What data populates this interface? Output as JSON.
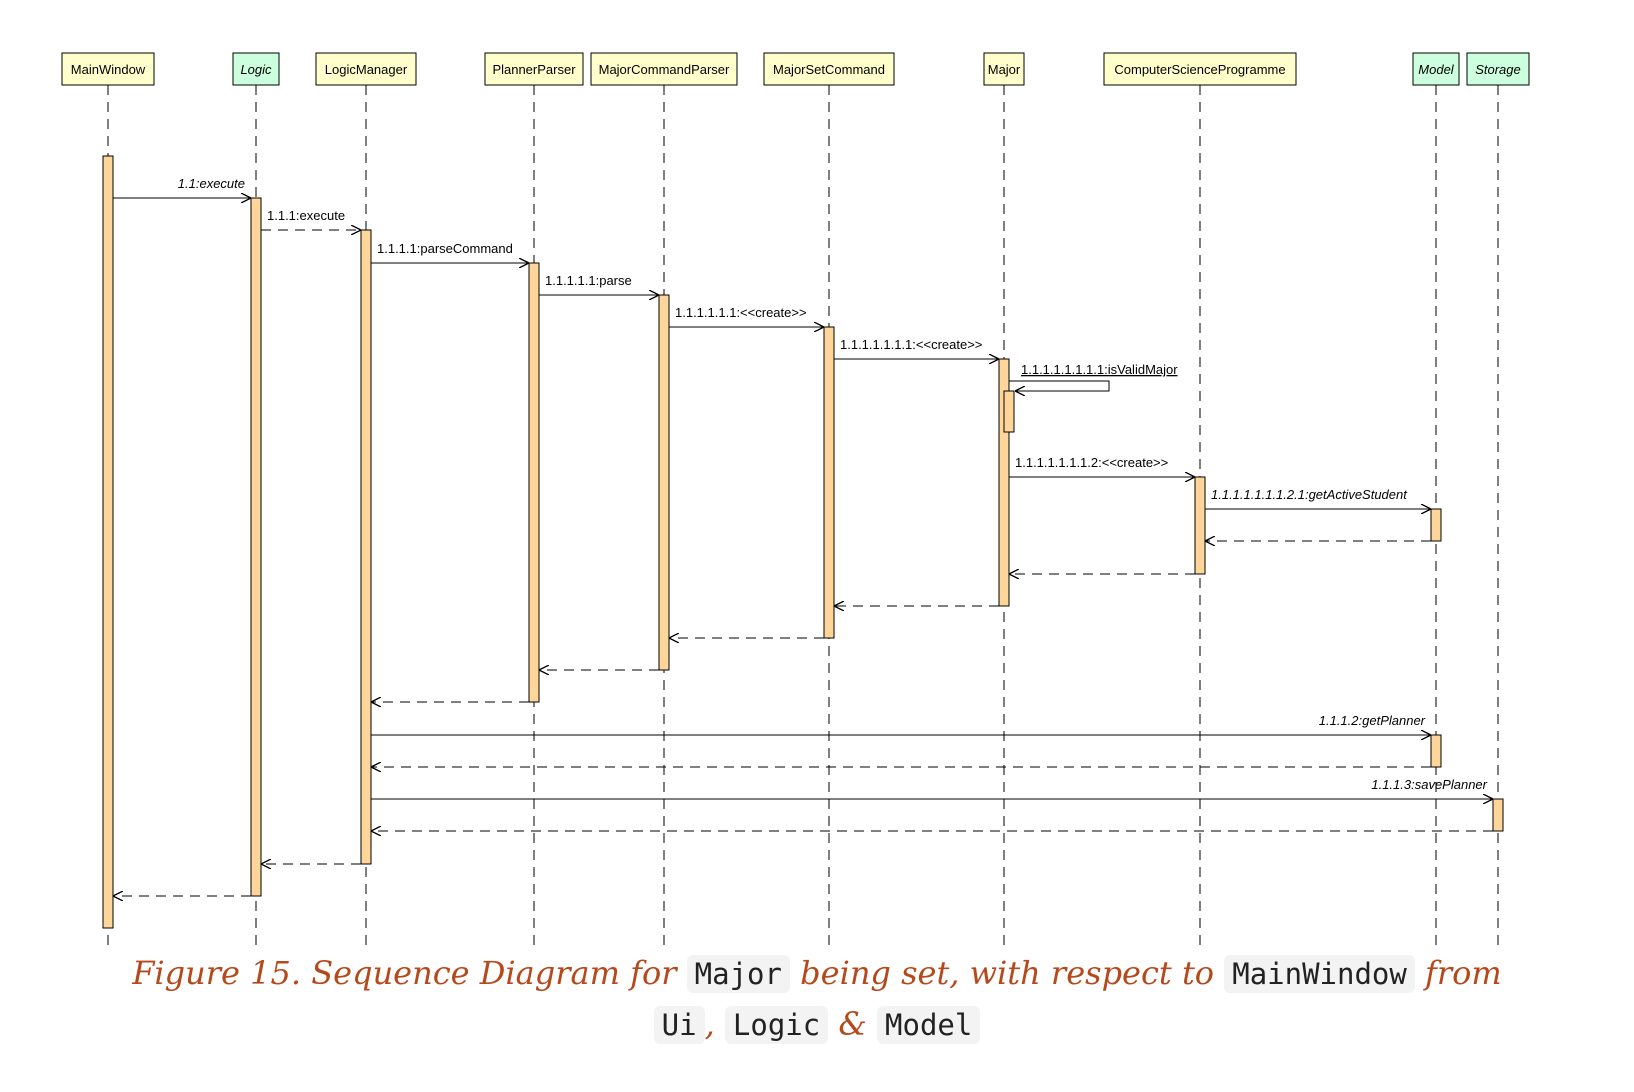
{
  "diagram": {
    "participants": [
      {
        "id": "mainwindow",
        "label": "MainWindow",
        "kind": "class"
      },
      {
        "id": "logic",
        "label": "Logic",
        "kind": "interface"
      },
      {
        "id": "logicmanager",
        "label": "LogicManager",
        "kind": "class"
      },
      {
        "id": "plannerparser",
        "label": "PlannerParser",
        "kind": "class"
      },
      {
        "id": "majorcommandparser",
        "label": "MajorCommandParser",
        "kind": "class"
      },
      {
        "id": "majorsetcommand",
        "label": "MajorSetCommand",
        "kind": "class"
      },
      {
        "id": "major",
        "label": "Major",
        "kind": "class"
      },
      {
        "id": "csprogramme",
        "label": "ComputerScienceProgramme",
        "kind": "class"
      },
      {
        "id": "model",
        "label": "Model",
        "kind": "interface"
      },
      {
        "id": "storage",
        "label": "Storage",
        "kind": "interface"
      }
    ],
    "messages": [
      {
        "id": "m1",
        "label": "1.1:execute",
        "from": "mainwindow",
        "to": "logic",
        "style": "call",
        "italic": true
      },
      {
        "id": "m2",
        "label": "1.1.1:execute",
        "from": "logic",
        "to": "logicmanager",
        "style": "call-dashed",
        "italic": false
      },
      {
        "id": "m3",
        "label": "1.1.1.1:parseCommand",
        "from": "logicmanager",
        "to": "plannerparser",
        "style": "call",
        "italic": false
      },
      {
        "id": "m4",
        "label": "1.1.1.1.1:parse",
        "from": "plannerparser",
        "to": "majorcommandparser",
        "style": "call",
        "italic": false
      },
      {
        "id": "m5",
        "label": "1.1.1.1.1.1:<<create>>",
        "from": "majorcommandparser",
        "to": "majorsetcommand",
        "style": "call",
        "italic": false
      },
      {
        "id": "m6",
        "label": "1.1.1.1.1.1.1:<<create>>",
        "from": "majorsetcommand",
        "to": "major",
        "style": "call",
        "italic": false
      },
      {
        "id": "m7",
        "label": "1.1.1.1.1.1.1.1:isValidMajor",
        "from": "major",
        "to": "major",
        "style": "self",
        "italic": false,
        "underline": true
      },
      {
        "id": "m8",
        "label": "1.1.1.1.1.1.1.2:<<create>>",
        "from": "major",
        "to": "csprogramme",
        "style": "call",
        "italic": false
      },
      {
        "id": "m9",
        "label": "1.1.1.1.1.1.1.2.1:getActiveStudent",
        "from": "csprogramme",
        "to": "model",
        "style": "call",
        "italic": true
      },
      {
        "id": "r1",
        "label": "",
        "from": "model",
        "to": "csprogramme",
        "style": "return"
      },
      {
        "id": "r2",
        "label": "",
        "from": "csprogramme",
        "to": "major",
        "style": "return"
      },
      {
        "id": "r3",
        "label": "",
        "from": "major",
        "to": "majorsetcommand",
        "style": "return"
      },
      {
        "id": "r4",
        "label": "",
        "from": "majorsetcommand",
        "to": "majorcommandparser",
        "style": "return"
      },
      {
        "id": "r5",
        "label": "",
        "from": "majorcommandparser",
        "to": "plannerparser",
        "style": "return"
      },
      {
        "id": "r6",
        "label": "",
        "from": "plannerparser",
        "to": "logicmanager",
        "style": "return"
      },
      {
        "id": "m10",
        "label": "1.1.1.2:getPlanner",
        "from": "logicmanager",
        "to": "model",
        "style": "call",
        "italic": true
      },
      {
        "id": "r7",
        "label": "",
        "from": "model",
        "to": "logicmanager",
        "style": "return"
      },
      {
        "id": "m11",
        "label": "1.1.1.3:savePlanner",
        "from": "logicmanager",
        "to": "storage",
        "style": "call",
        "italic": true
      },
      {
        "id": "r8",
        "label": "",
        "from": "storage",
        "to": "logicmanager",
        "style": "return"
      },
      {
        "id": "r9",
        "label": "",
        "from": "logicmanager",
        "to": "logic",
        "style": "return"
      },
      {
        "id": "r10",
        "label": "",
        "from": "logic",
        "to": "mainwindow",
        "style": "return"
      }
    ],
    "colors": {
      "class_header": "#ffffcc",
      "interface_header": "#ccffdd",
      "activation_fill": "#ffd699",
      "line": "#000000"
    }
  },
  "caption": {
    "prefix": "Figure 15. Sequence Diagram for",
    "code1": "Major",
    "mid": "being set, with respect to",
    "code2": "MainWindow",
    "from_word": "from",
    "code3": "Ui",
    "comma": ",",
    "code4": "Logic",
    "amp": "&",
    "code5": "Model"
  }
}
